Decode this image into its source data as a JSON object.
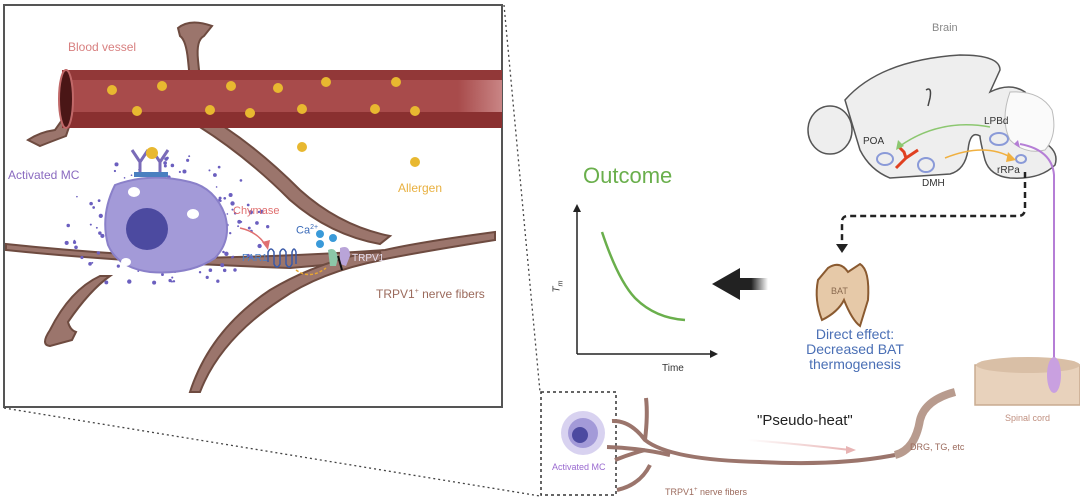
{
  "inset": {
    "blood_vessel_label": "Blood vessel",
    "activated_mc_label": "Activated MC",
    "allergen_label": "Allergen",
    "chymase_label": "Chymase",
    "ca_label": "Ca",
    "ca_superscript": "2+",
    "par1_label": "PAR1",
    "trpv1_label": "TRPV1",
    "nerve_label": "TRPV1",
    "nerve_superscript": "+",
    "nerve_suffix": " nerve fibers"
  },
  "brain": {
    "title": "Brain",
    "regions": [
      "POA",
      "DMH",
      "LPBd",
      "rRPa"
    ]
  },
  "outcome": {
    "title": "Outcome",
    "y_label": "T",
    "y_sub": "m",
    "x_label": "Time"
  },
  "bat": {
    "label": "BAT",
    "effect_line1": "Direct effect:",
    "effect_line2": "Decreased BAT",
    "effect_line3": "thermogenesis"
  },
  "pathway": {
    "activated_mc_label": "Activated MC",
    "nerve_label": "TRPV1",
    "nerve_superscript": "+",
    "nerve_suffix": " nerve fibers",
    "pseudo_heat_label": "\"Pseudo-heat\"",
    "ganglia_label": "DRG, TG, etc",
    "spinal_cord_label": "Spinal cord"
  },
  "colors": {
    "vessel": "#a84b4b",
    "nerve": "#9b756c",
    "mast_cell": "#8a80c9",
    "allergen": "#e8b830",
    "outcome_green": "#6aaf4c",
    "effect_blue": "#4a6fb5",
    "bat_fill": "#e6c9a8",
    "projection_purple": "#b57ed6"
  }
}
